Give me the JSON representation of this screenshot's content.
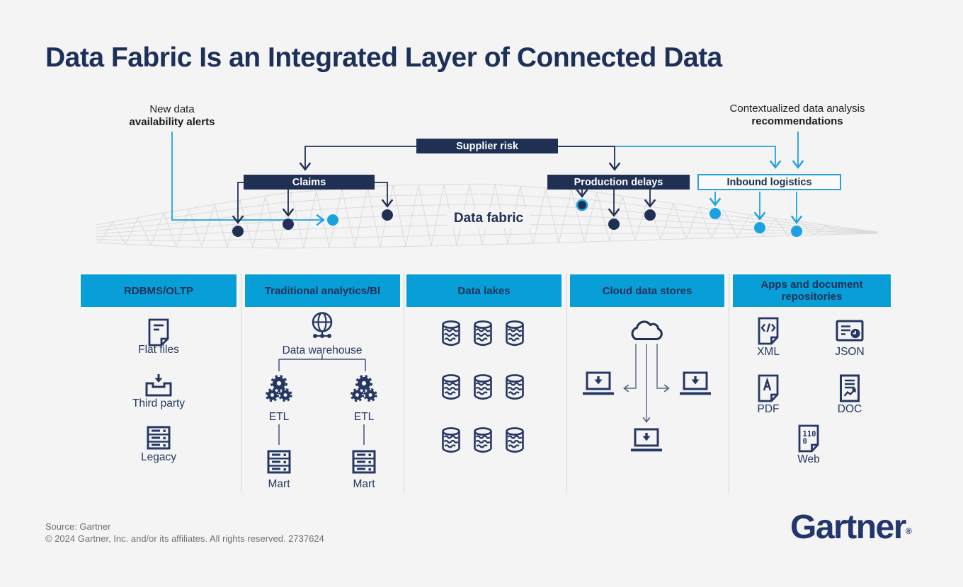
{
  "title": "Data Fabric Is an Integrated Layer of Connected Data",
  "annotations": {
    "left": {
      "line1": "New data",
      "line2": "availability alerts"
    },
    "right": {
      "line1": "Contextualized data analysis",
      "line2": "recommendations"
    }
  },
  "fabric": {
    "label": "Data fabric",
    "supplier_risk": "Supplier risk",
    "claims": "Claims",
    "production_delays": "Production delays",
    "inbound_logistics": "Inbound logistics"
  },
  "columns": [
    {
      "header": "RDBMS/OLTP",
      "items": [
        {
          "label": "Flat files"
        },
        {
          "label": "Third party"
        },
        {
          "label": "Legacy"
        }
      ]
    },
    {
      "header": "Traditional analytics/BI",
      "warehouse_label": "Data warehouse",
      "etl_left": "ETL",
      "etl_right": "ETL",
      "mart_left": "Mart",
      "mart_right": "Mart"
    },
    {
      "header": "Data lakes",
      "database_count": 9
    },
    {
      "header": "Cloud data stores"
    },
    {
      "header": "Apps and document repositories",
      "items": [
        {
          "label": "XML"
        },
        {
          "label": "JSON"
        },
        {
          "label": "PDF"
        },
        {
          "label": "DOC"
        },
        {
          "label": "Web"
        }
      ]
    }
  ],
  "icons": {
    "web_digits_row1": "110",
    "web_digits_row2": "0"
  },
  "footer": {
    "source_line": "Source: Gartner",
    "copyright_line": "© 2024 Gartner, Inc. and/or its affiliates. All rights reserved. 2737624"
  },
  "logo": {
    "wordmark": "Gartner",
    "registered_mark": "®"
  },
  "colors": {
    "navy": "#203055",
    "icon_navy": "#263764",
    "cyan_header": "#089ed8",
    "light_blue": "#21a1de",
    "background": "#f4f4f4",
    "mesh_gray": "#dbdbdb"
  }
}
